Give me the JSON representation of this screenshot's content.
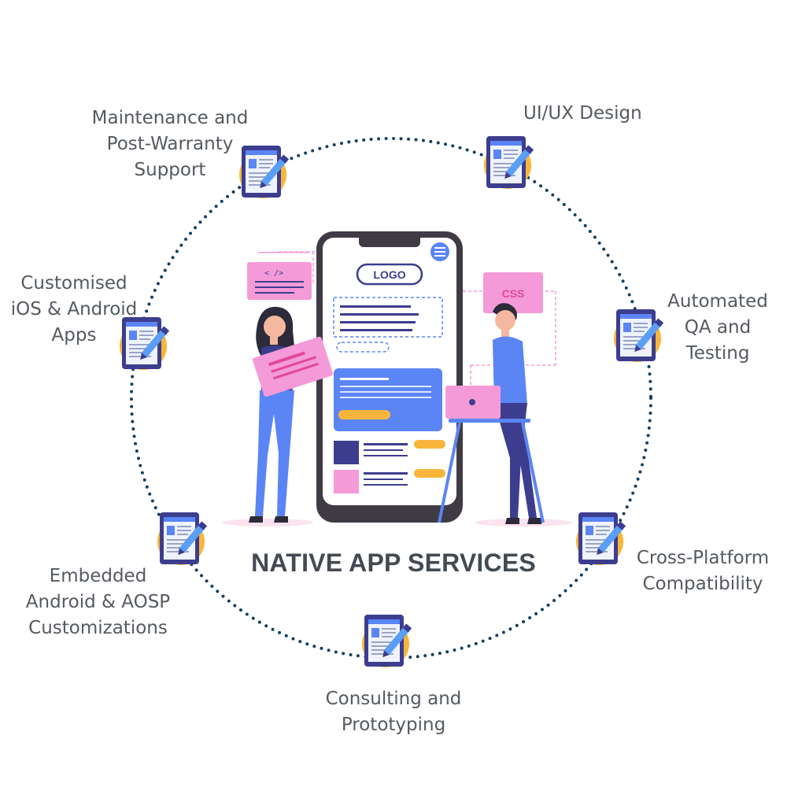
{
  "title": "NATIVE APP SERVICES",
  "colors": {
    "ring": "#143e63",
    "node_circle": "#f7b63b",
    "device": "#3d3d8f",
    "accent_blue": "#5b85f5",
    "accent_pink": "#f59ad8",
    "label_text": "#555a60"
  },
  "nodes": [
    {
      "icon": "tablet-pen-icon",
      "label": [
        "UI/UX Design"
      ]
    },
    {
      "icon": "tablet-pen-icon",
      "label": [
        "Automated",
        "QA and",
        "Testing"
      ]
    },
    {
      "icon": "tablet-pen-icon",
      "label": [
        "Cross-Platform",
        "Compatibility"
      ]
    },
    {
      "icon": "tablet-pen-icon",
      "label": [
        "Consulting and",
        "Prototyping"
      ]
    },
    {
      "icon": "tablet-pen-icon",
      "label": [
        "Embedded",
        "Android & AOSP",
        "Customizations"
      ]
    },
    {
      "icon": "tablet-pen-icon",
      "label": [
        "Customised",
        "iOS & Android",
        "Apps"
      ]
    },
    {
      "icon": "tablet-pen-icon",
      "label": [
        "Maintenance and",
        "Post-Warranty",
        "Support"
      ]
    }
  ],
  "illustration": {
    "phone_logo_text": "LOGO",
    "code_tag_text": "< />",
    "css_tag_text": "CSS"
  }
}
